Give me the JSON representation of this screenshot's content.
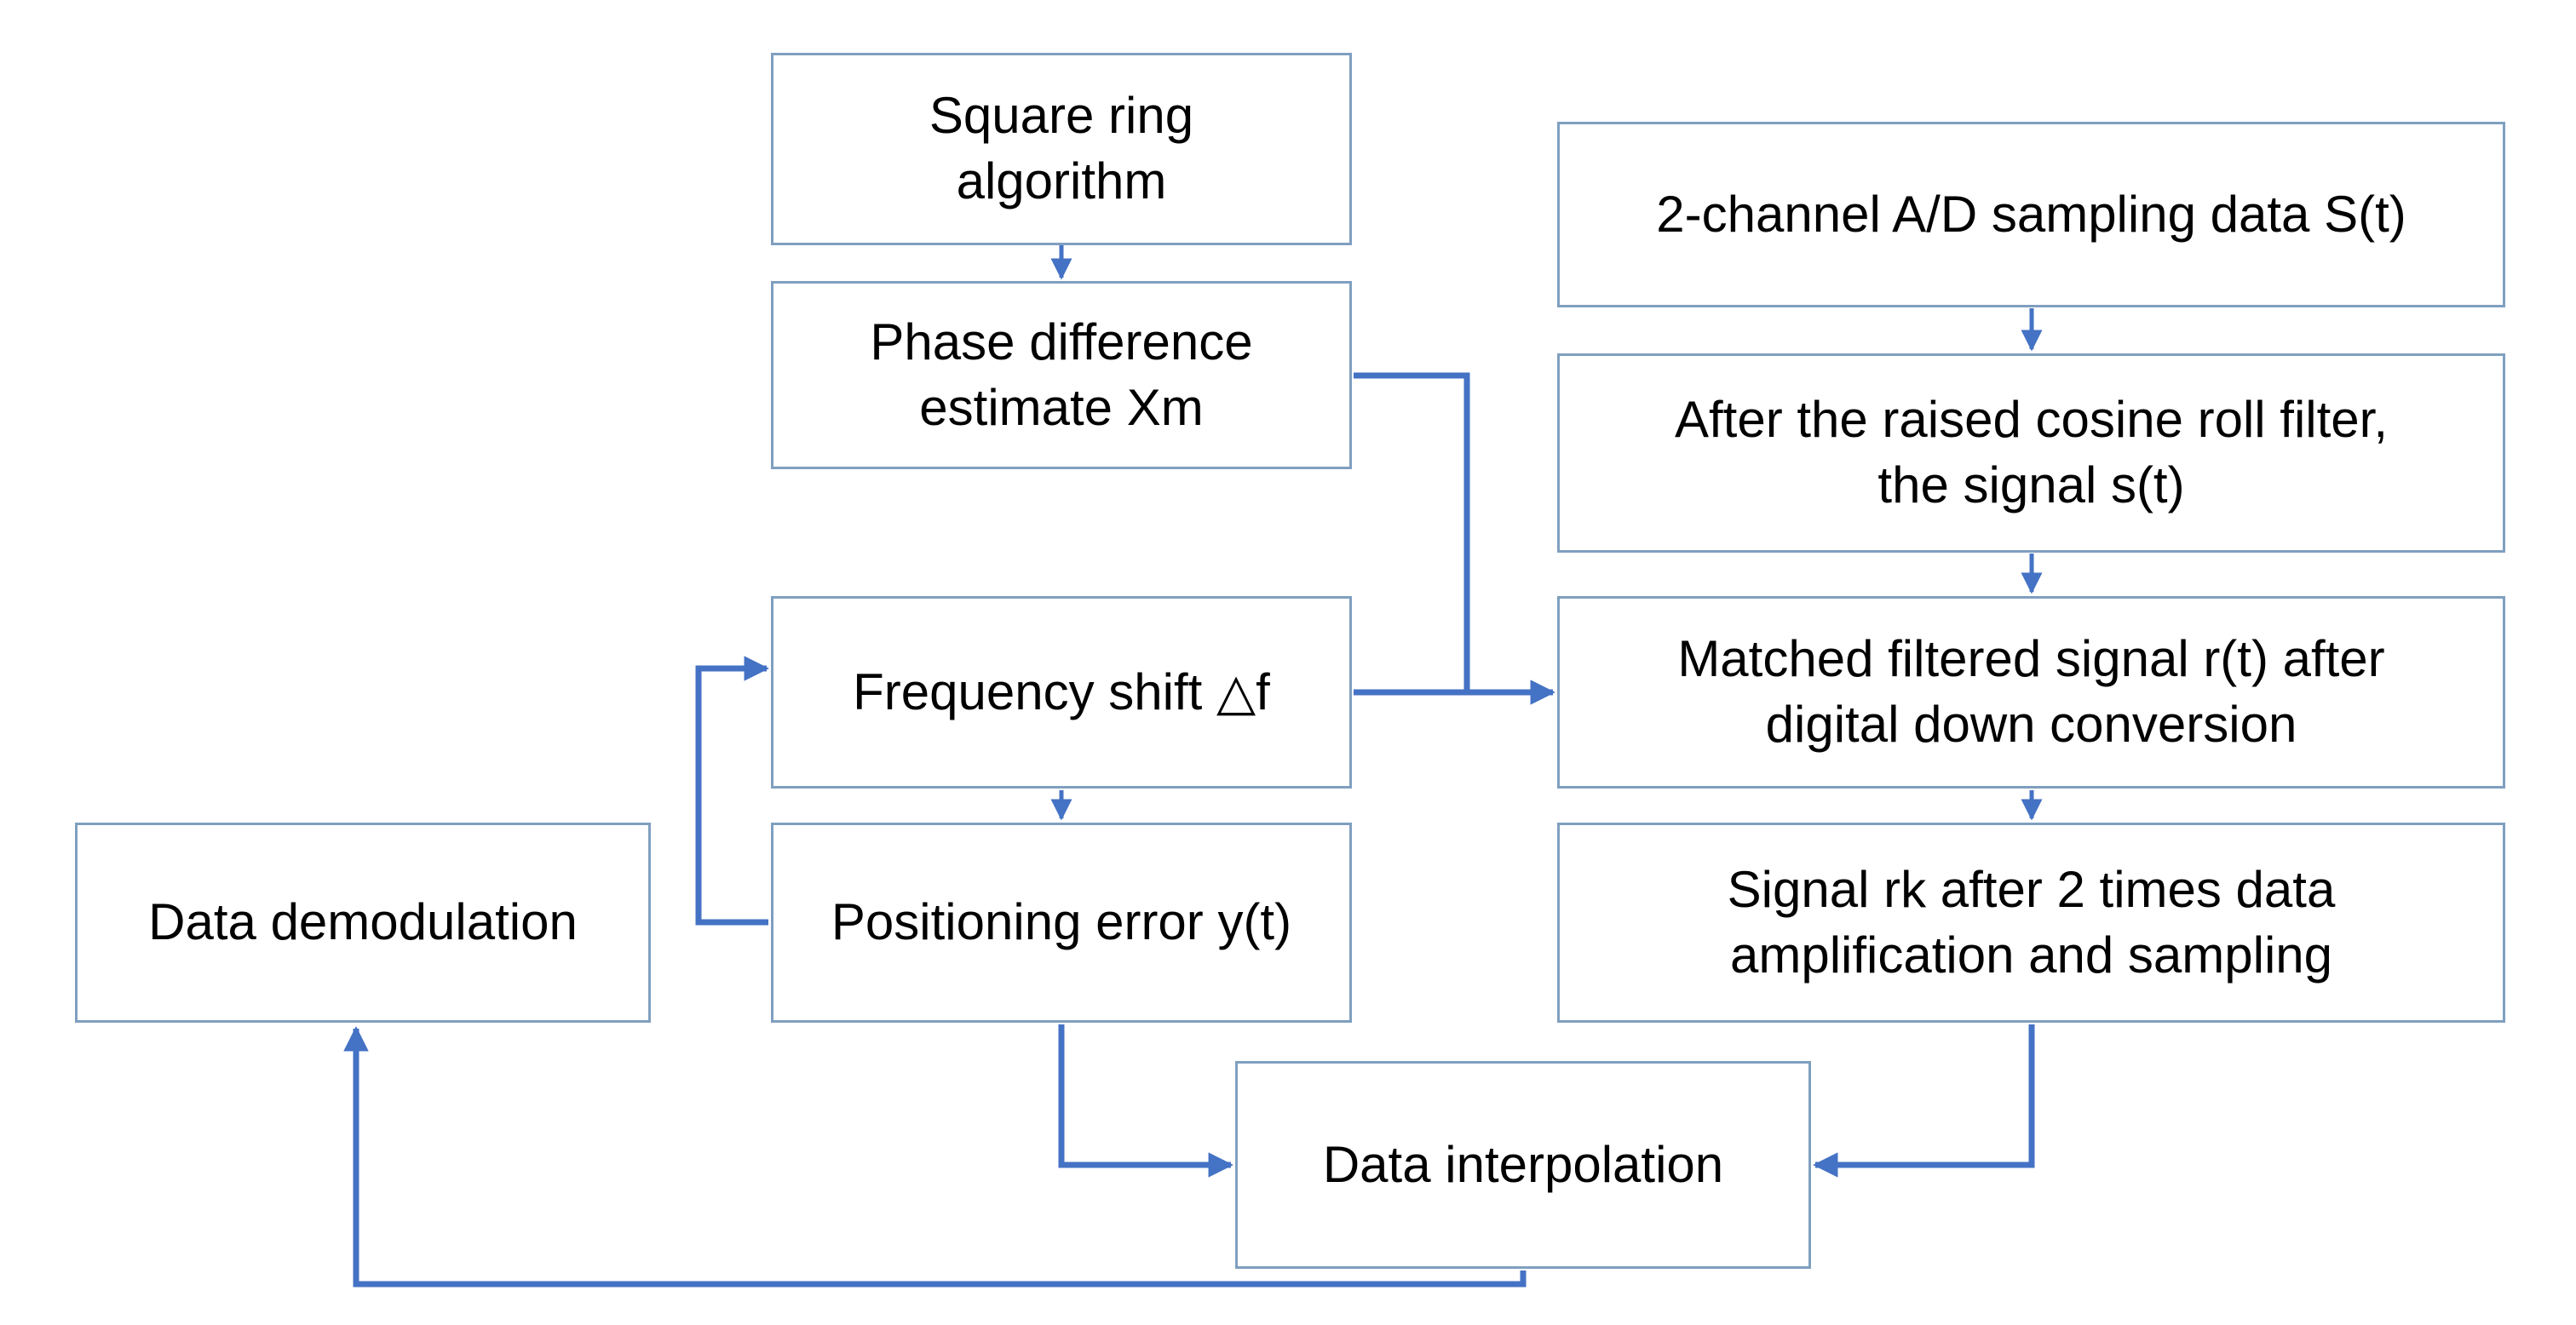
{
  "diagram": {
    "title": "Signal processing and demodulation flowchart",
    "background_color": "#ffffff",
    "node_border_color": "#7f9fc0",
    "edge_color": "#4472c4",
    "text_color": "#000000"
  },
  "nodes": {
    "square_ring": {
      "label": "Square ring\nalgorithm"
    },
    "phase_difference": {
      "label": "Phase difference\nestimate Xm"
    },
    "frequency_shift": {
      "label": "Frequency shift △f"
    },
    "positioning_error": {
      "label": "Positioning error y(t)"
    },
    "data_demodulation": {
      "label": "Data demodulation"
    },
    "ad_sampling": {
      "label": "2-channel A/D sampling data S(t)"
    },
    "raised_cosine": {
      "label": "After the raised cosine roll filter,\nthe signal s(t)"
    },
    "matched_filter": {
      "label": "Matched filtered signal r(t) after\ndigital down conversion"
    },
    "signal_rk": {
      "label": "Signal rk after 2 times data\namplification and sampling"
    },
    "data_interpolation": {
      "label": "Data interpolation"
    }
  },
  "edges": [
    {
      "name": "square-ring-to-phase-difference",
      "from": "square_ring",
      "to": "phase_difference",
      "direction": "down"
    },
    {
      "name": "phase-difference-to-matched-filter",
      "from": "phase_difference",
      "to": "matched_filter",
      "direction": "right-down-right"
    },
    {
      "name": "ad-sampling-to-raised-cosine",
      "from": "ad_sampling",
      "to": "raised_cosine",
      "direction": "down"
    },
    {
      "name": "raised-cosine-to-matched-filter",
      "from": "raised_cosine",
      "to": "matched_filter",
      "direction": "down"
    },
    {
      "name": "matched-filter-to-signal-rk",
      "from": "matched_filter",
      "to": "signal_rk",
      "direction": "down"
    },
    {
      "name": "frequency-shift-to-matched-filter",
      "from": "frequency_shift",
      "to": "matched_filter",
      "direction": "right"
    },
    {
      "name": "frequency-shift-to-positioning-error",
      "from": "frequency_shift",
      "to": "positioning_error",
      "direction": "down"
    },
    {
      "name": "positioning-error-to-frequency-shift",
      "from": "positioning_error",
      "to": "frequency_shift",
      "direction": "left-up-right"
    },
    {
      "name": "positioning-error-to-data-interpolation",
      "from": "positioning_error",
      "to": "data_interpolation",
      "direction": "down-right"
    },
    {
      "name": "signal-rk-to-data-interpolation",
      "from": "signal_rk",
      "to": "data_interpolation",
      "direction": "down-left"
    },
    {
      "name": "data-interpolation-to-data-demodulation",
      "from": "data_interpolation",
      "to": "data_demodulation",
      "direction": "down-left-up"
    }
  ]
}
